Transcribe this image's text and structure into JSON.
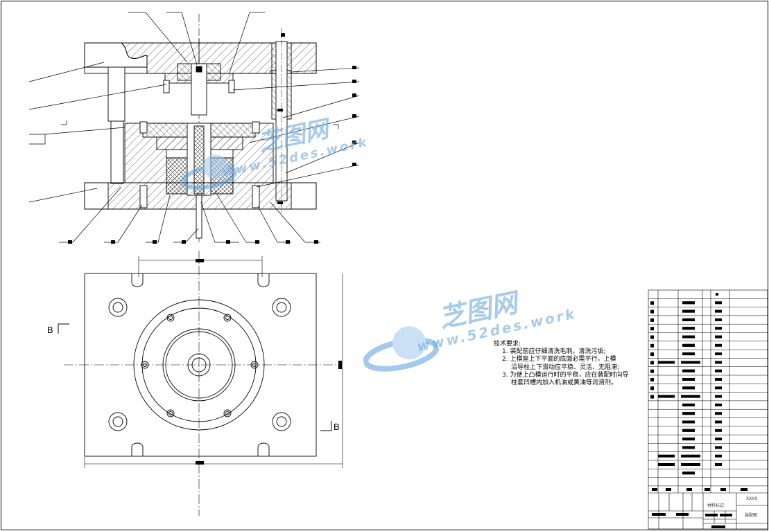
{
  "section_labels": {
    "left": "B",
    "right": "B"
  },
  "technical_requirements": {
    "title": "技术要求:",
    "items": [
      "1. 装配前应仔细清洗毛刺，清洗污垢;",
      "2. 上模座上下平面的底面必需平行，上模",
      "沿导柱上下滑动应平稳、灵活、无阻滞;",
      "3. 为使上凸模运行时的平稳，应在装配时向导",
      "柱套凹槽内加入机油或黄油等润滑剂。"
    ]
  },
  "title_block": {
    "material_mark": "材料标记",
    "code": "XXXX",
    "drawing_name": "装配图"
  },
  "watermark": {
    "brand": "芝图网",
    "url": "www.52des.work"
  },
  "colors": {
    "line": "#000000",
    "watermark": "#5b9fdc"
  }
}
